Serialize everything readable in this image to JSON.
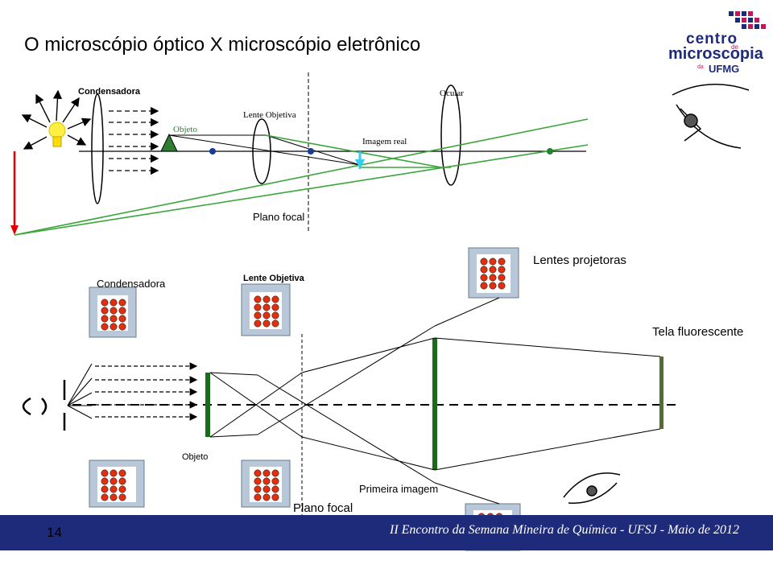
{
  "title": "O microscópio óptico X microscópio eletrônico",
  "logo": {
    "line1": "centro",
    "de": "de",
    "line2": "microscopia",
    "da": "da",
    "line3": "UFMG",
    "icon": "pixel-grid-logo",
    "brand_color": "#1e2a7a",
    "accent_color": "#c2185b"
  },
  "optical": {
    "condensadora": "Condensadora",
    "objeto": "Objeto",
    "lente_objetiva": "Lente Objetiva",
    "imagem_real": "Imagem real",
    "ocular": "Ocular",
    "plano_focal": "Plano focal"
  },
  "electron": {
    "condensadora": "Condensadora",
    "lente_objetiva": "Lente Objetiva",
    "lentes_projetoras": "Lentes projetoras",
    "tela_fluorescente": "Tela fluorescente",
    "objeto": "Objeto",
    "primeira_imagem": "Primeira imagem",
    "plano_focal": "Plano focal"
  },
  "colors": {
    "lens_green": "#1a6b1a",
    "ray_green": "#3aa53a",
    "coil_red": "#e03010",
    "arrow_red": "#e00000",
    "image_cyan": "#33ccee",
    "dot_blue": "#1a3a9a",
    "footer_bg": "#1e2a7a"
  },
  "footer": {
    "slide_number": "14",
    "text": "II Encontro da Semana Mineira de Química - UFSJ - Maio de 2012"
  }
}
